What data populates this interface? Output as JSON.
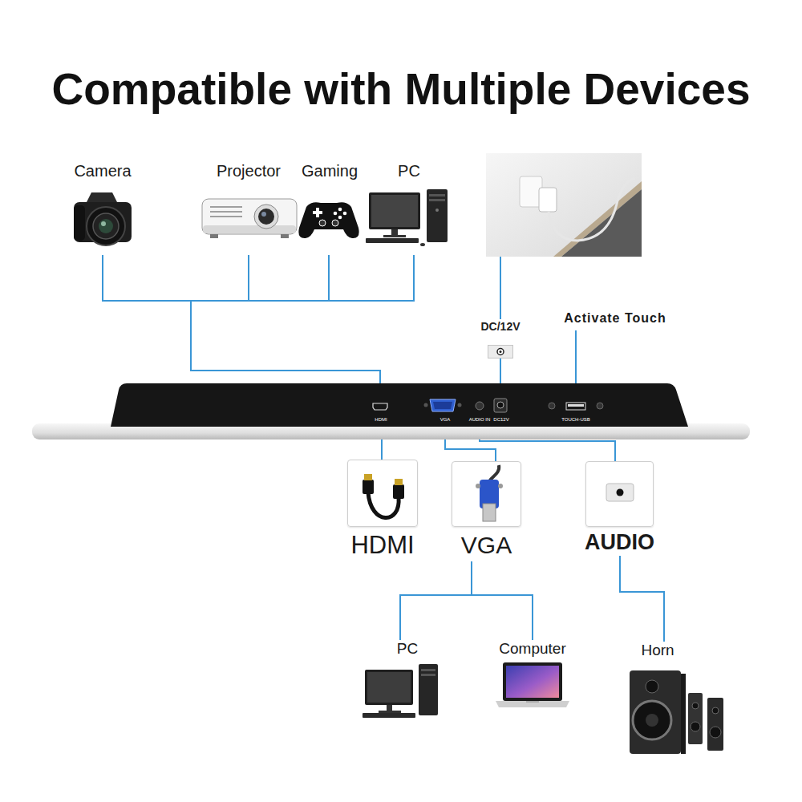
{
  "diagram": {
    "title": "Compatible with Multiple Devices",
    "nodes": [
      {
        "text": [
          "Camera"
        ]
      },
      {
        "text": [
          "Projector"
        ]
      },
      {
        "text": [
          "Gaming"
        ]
      },
      {
        "text": [
          "PC"
        ]
      },
      {
        "text": [
          "DC/12V"
        ]
      },
      {
        "text": [
          "HDMI"
        ]
      },
      {
        "text": [
          "VGA"
        ]
      },
      {
        "text": [
          "AUDIO IN"
        ]
      },
      {
        "text": [
          "DC12V"
        ]
      },
      {
        "text": [
          "TOUCH-USB"
        ]
      },
      {
        "text": [
          "HDMI"
        ]
      },
      {
        "text": [
          "VGA"
        ]
      },
      {
        "text": [
          "AUDIO"
        ]
      },
      {
        "text": [
          "PC"
        ]
      },
      {
        "text": [
          "Computer"
        ]
      },
      {
        "text": [
          "Horn"
        ]
      }
    ],
    "edges": [
      {
        "from": 0,
        "to": 5,
        "arrow": "none"
      },
      {
        "from": 1,
        "to": 5,
        "arrow": "none"
      },
      {
        "from": 2,
        "to": 5,
        "arrow": "none"
      },
      {
        "from": 3,
        "to": 5,
        "arrow": "none"
      },
      {
        "from": 4,
        "to": 8,
        "arrow": "none"
      },
      {
        "from": 5,
        "to": 10,
        "arrow": "none"
      },
      {
        "from": 6,
        "to": 11,
        "arrow": "none"
      },
      {
        "from": 7,
        "to": 12,
        "arrow": "none"
      },
      {
        "from": 11,
        "to": 13,
        "arrow": "none"
      },
      {
        "from": 11,
        "to": 14,
        "arrow": "none"
      },
      {
        "from": 12,
        "to": 15,
        "arrow": "none"
      }
    ],
    "labels": [
      "Activate Touch"
    ]
  }
}
